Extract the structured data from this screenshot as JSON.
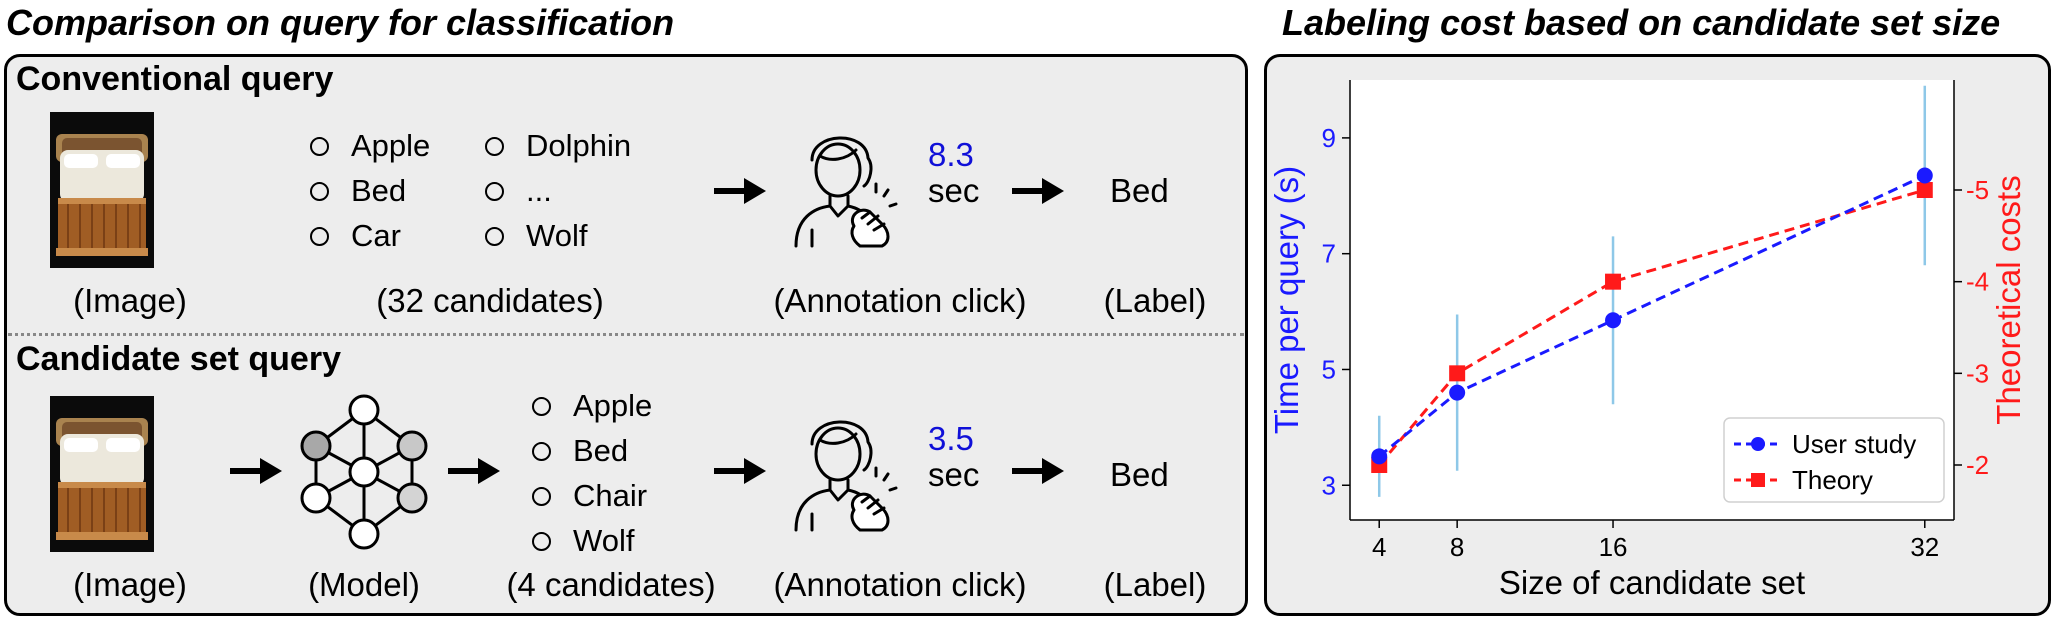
{
  "left_title": "Comparison on query for classification",
  "right_title": "Labeling cost based on candidate set size",
  "conventional": {
    "heading": "Conventional query",
    "options_col1": [
      "Apple",
      "Bed",
      "Car"
    ],
    "options_col2": [
      "Dolphin",
      "...",
      "Wolf"
    ],
    "time_value": "8.3",
    "time_unit": "sec",
    "label_value": "Bed",
    "captions": {
      "image": "(Image)",
      "candidates": "(32 candidates)",
      "click": "(Annotation click)",
      "label": "(Label)"
    }
  },
  "candidate": {
    "heading": "Candidate set query",
    "options": [
      "Apple",
      "Bed",
      "Chair",
      "Wolf"
    ],
    "time_value": "3.5",
    "time_unit": "sec",
    "label_value": "Bed",
    "captions": {
      "image": "(Image)",
      "model": "(Model)",
      "candidates": "(4 candidates)",
      "click": "(Annotation click)",
      "label": "(Label)"
    }
  },
  "colors": {
    "user_study": "#1a1aff",
    "theory": "#ff1a1a",
    "errorbar": "#8ec8e8",
    "panel_bg": "#ededed"
  },
  "chart_data": {
    "type": "line",
    "x": [
      4,
      8,
      16,
      32
    ],
    "xlabel": "Size of candidate set",
    "xticks": [
      "4",
      "8",
      "16",
      "32"
    ],
    "ylabel_left": "Time per query (s)",
    "ylabel_right": "Theoretical costs",
    "yticks_left": [
      "3",
      "5",
      "7",
      "9"
    ],
    "yticks_right": [
      "2",
      "3",
      "4",
      "5"
    ],
    "ylim_left": [
      2.4,
      10.0
    ],
    "ylim_right": [
      1.4,
      6.2
    ],
    "legend_position": "lower-right",
    "series": [
      {
        "name": "User study",
        "axis": "left",
        "values": [
          3.5,
          4.6,
          5.85,
          8.35
        ],
        "error": [
          0.7,
          1.35,
          1.45,
          1.55
        ]
      },
      {
        "name": "Theory",
        "axis": "right",
        "values": [
          2,
          3,
          4,
          5
        ]
      }
    ]
  }
}
